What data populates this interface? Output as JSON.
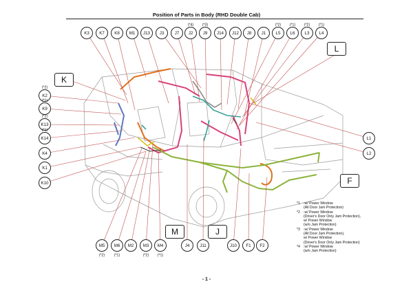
{
  "page": {
    "title": "Position of Parts in Body (RHD Double Cab)",
    "page_number": "- 1 -"
  },
  "top_connectors": [
    {
      "label": "K3",
      "note": ""
    },
    {
      "label": "K7",
      "note": ""
    },
    {
      "label": "K8",
      "note": ""
    },
    {
      "label": "M1",
      "note": ""
    },
    {
      "label": "J13",
      "note": ""
    },
    {
      "label": "J3",
      "note": ""
    },
    {
      "label": "J7",
      "note": ""
    },
    {
      "label": "J2",
      "note": "(*4)"
    },
    {
      "label": "J9",
      "note": "(*3)"
    },
    {
      "label": "J14",
      "note": ""
    },
    {
      "label": "J12",
      "note": ""
    },
    {
      "label": "J8",
      "note": ""
    },
    {
      "label": "J1",
      "note": ""
    },
    {
      "label": "L5",
      "note": "(*2)"
    },
    {
      "label": "L6",
      "note": "(*1)"
    },
    {
      "label": "L3",
      "note": "(*2)"
    },
    {
      "label": "L4",
      "note": "(*1)"
    }
  ],
  "left_connectors": [
    {
      "label": "K2",
      "note": "(*2)"
    },
    {
      "label": "K9",
      "note": "(*1)"
    },
    {
      "label": "K13",
      "note": "(*2)"
    },
    {
      "label": "K14",
      "note": "(*1)"
    },
    {
      "label": "K4",
      "note": ""
    },
    {
      "label": "K1",
      "note": ""
    },
    {
      "label": "K10",
      "note": ""
    }
  ],
  "bottom_connectors": [
    {
      "label": "M5",
      "note": "(*2)"
    },
    {
      "label": "M6",
      "note": "(*1)"
    },
    {
      "label": "M2",
      "note": ""
    },
    {
      "label": "M3",
      "note": "(*2)"
    },
    {
      "label": "M4",
      "note": "(*1)"
    },
    {
      "label": "J4",
      "note": ""
    },
    {
      "label": "J11",
      "note": ""
    },
    {
      "label": "J10",
      "note": ""
    },
    {
      "label": "F1",
      "note": ""
    },
    {
      "label": "F2",
      "note": ""
    }
  ],
  "right_connectors": [
    {
      "label": "L1"
    },
    {
      "label": "L2"
    }
  ],
  "group_labels": {
    "K": "K",
    "L": "L",
    "M": "M",
    "J": "J",
    "F": "F"
  },
  "notes": [
    {
      "mark": "*1",
      "text": ":w/ Power Window\n(All Door Jam Protection)"
    },
    {
      "mark": "*2",
      "text": ":w/ Power Window\n(Driver's Door Only Jam Protection),\nw/ Power Window\n(w/o Jam Protection)"
    },
    {
      "mark": "*3",
      "text": ":w/ Power Window\n(All Door Jam Protection),\nw/ Power Window\n(Driver's Door Only Jam Protection)"
    },
    {
      "mark": "*4",
      "text": ":w/ Power Window\n(w/o Jam Protection)"
    }
  ],
  "colors": {
    "harness_green": "#8bb33a",
    "harness_pink": "#d8407a",
    "harness_orange": "#e0701a",
    "harness_teal": "#3aa095",
    "harness_blue": "#5a78c0",
    "leader": "#c0504d"
  }
}
